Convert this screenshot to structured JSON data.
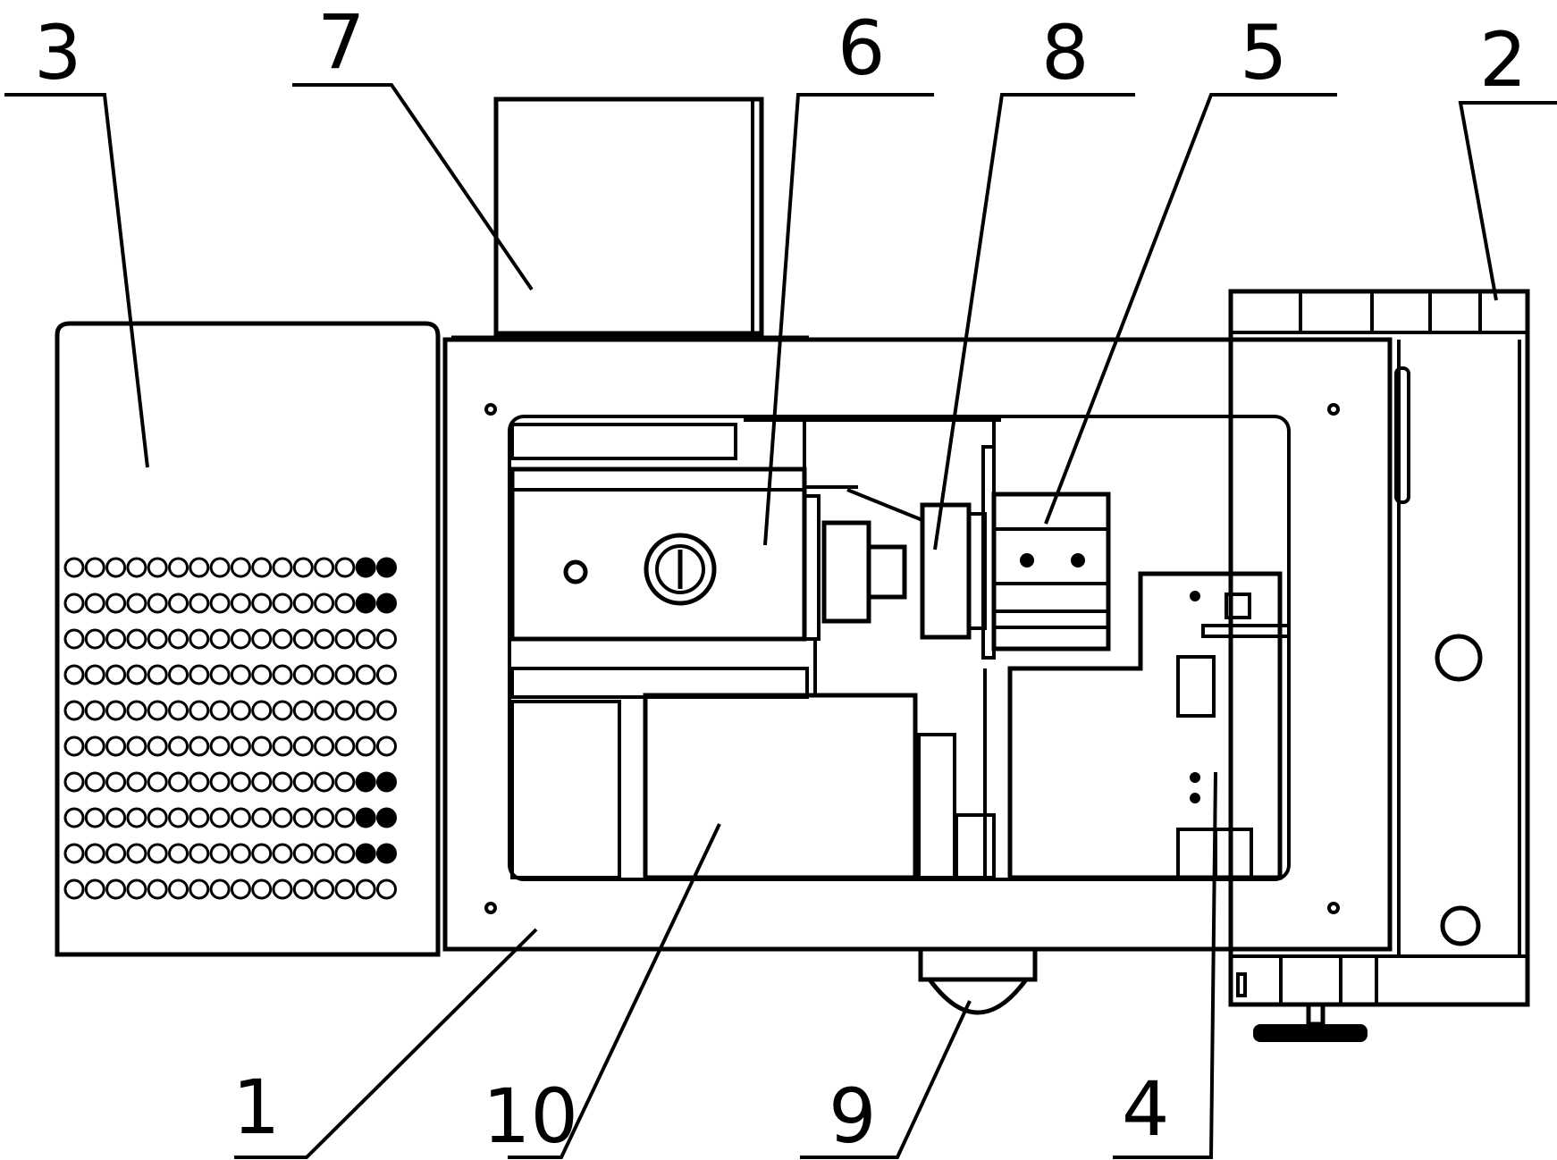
{
  "labels": {
    "1": "1",
    "2": "2",
    "3": "3",
    "4": "4",
    "5": "5",
    "6": "6",
    "7": "7",
    "8": "8",
    "9": "9",
    "10": "10"
  },
  "colors": {
    "ink": "#000000",
    "paper": "#ffffff"
  },
  "vent": {
    "rows": 10,
    "cols": 16
  }
}
